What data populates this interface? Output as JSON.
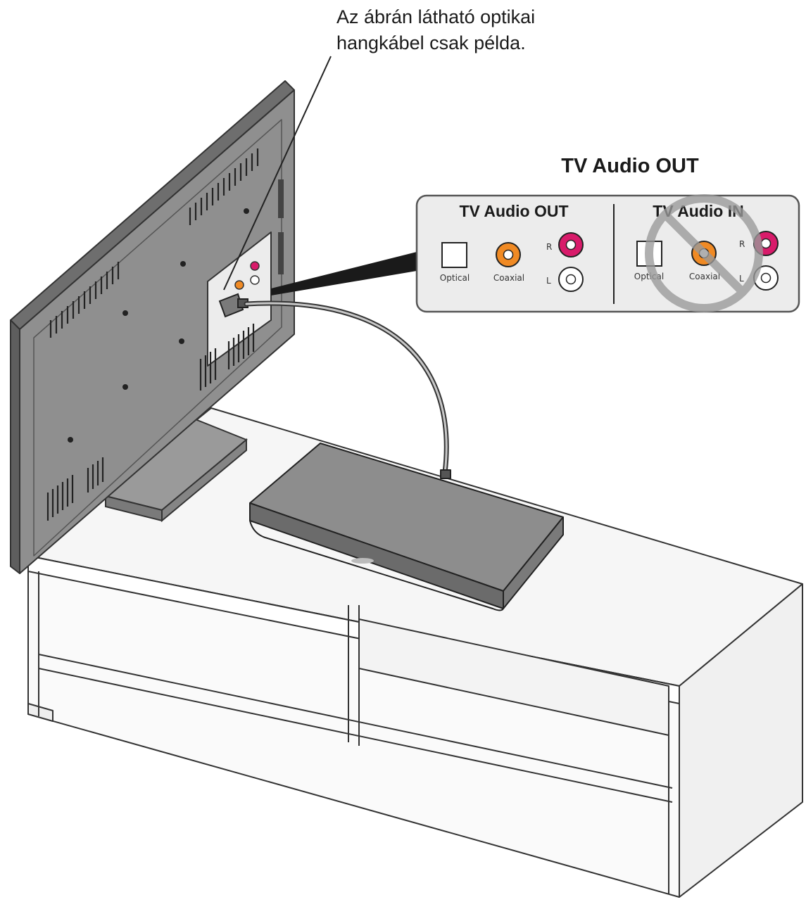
{
  "callout": {
    "line1": "Az ábrán látható optikai",
    "line2": "hangkábel csak példa."
  },
  "heading": "TV Audio OUT",
  "panel": {
    "out": {
      "title": "TV Audio OUT",
      "optical": "Optical",
      "coaxial": "Coaxial",
      "r": "R",
      "l": "L"
    },
    "in": {
      "title": "TV Audio IN",
      "optical": "Optical",
      "coaxial": "Coaxial",
      "r": "R",
      "l": "L"
    }
  },
  "colors": {
    "coaxial": "#f08a24",
    "right_channel": "#d81b6a",
    "tv_body": "#8f8f8f",
    "panel_bg": "#ececec",
    "prohibited": "#9a9a9a"
  },
  "icons": [
    "prohibited-icon",
    "optical-port-icon",
    "coaxial-port-icon",
    "rca-port-icon"
  ]
}
